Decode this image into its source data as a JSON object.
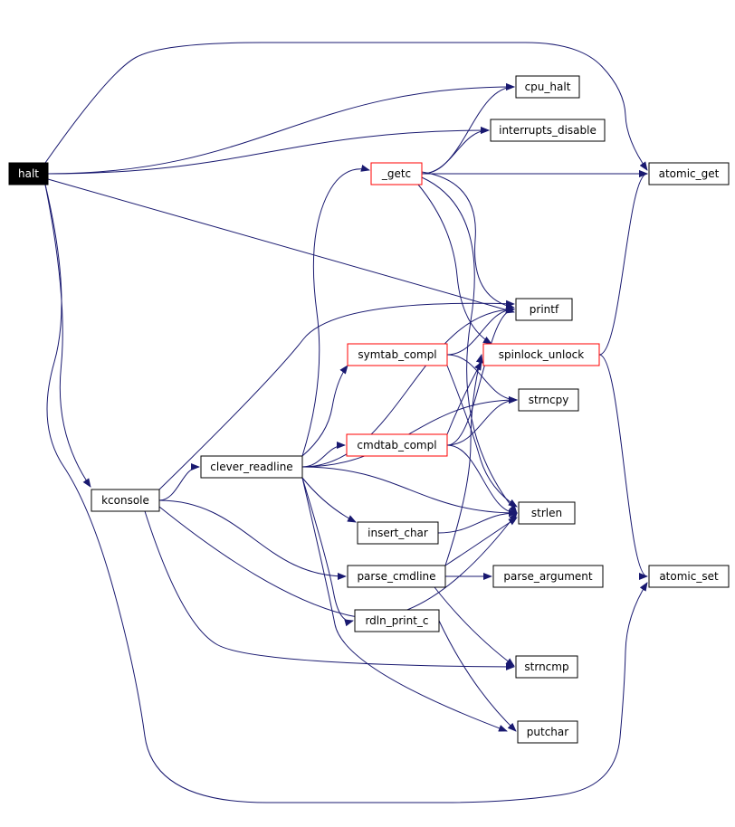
{
  "colors": {
    "edge": "#191970",
    "node_border": "#000000",
    "node_border_incomplete": "#ff0000",
    "node_fill": "#ffffff",
    "root_fill": "#000000",
    "root_text": "#ffffff",
    "text": "#000000"
  },
  "nodes": [
    {
      "id": "halt",
      "label": "halt",
      "style": "root"
    },
    {
      "id": "cpu_halt",
      "label": "cpu_halt",
      "style": "normal"
    },
    {
      "id": "interrupts_disable",
      "label": "interrupts_disable",
      "style": "normal"
    },
    {
      "id": "_getc",
      "label": "_getc",
      "style": "incomplete"
    },
    {
      "id": "atomic_get",
      "label": "atomic_get",
      "style": "normal"
    },
    {
      "id": "printf",
      "label": "printf",
      "style": "normal"
    },
    {
      "id": "symtab_compl",
      "label": "symtab_compl",
      "style": "incomplete"
    },
    {
      "id": "spinlock_unlock",
      "label": "spinlock_unlock",
      "style": "incomplete"
    },
    {
      "id": "strncpy",
      "label": "strncpy",
      "style": "normal"
    },
    {
      "id": "cmdtab_compl",
      "label": "cmdtab_compl",
      "style": "incomplete"
    },
    {
      "id": "clever_readline",
      "label": "clever_readline",
      "style": "normal"
    },
    {
      "id": "kconsole",
      "label": "kconsole",
      "style": "normal"
    },
    {
      "id": "strlen",
      "label": "strlen",
      "style": "normal"
    },
    {
      "id": "insert_char",
      "label": "insert_char",
      "style": "normal"
    },
    {
      "id": "parse_cmdline",
      "label": "parse_cmdline",
      "style": "normal"
    },
    {
      "id": "parse_argument",
      "label": "parse_argument",
      "style": "normal"
    },
    {
      "id": "atomic_set",
      "label": "atomic_set",
      "style": "normal"
    },
    {
      "id": "rdln_print_c",
      "label": "rdln_print_c",
      "style": "normal"
    },
    {
      "id": "strncmp",
      "label": "strncmp",
      "style": "normal"
    },
    {
      "id": "putchar",
      "label": "putchar",
      "style": "normal"
    }
  ],
  "edges": [
    {
      "from": "halt",
      "to": "cpu_halt"
    },
    {
      "from": "halt",
      "to": "interrupts_disable"
    },
    {
      "from": "halt",
      "to": "atomic_get"
    },
    {
      "from": "halt",
      "to": "printf"
    },
    {
      "from": "halt",
      "to": "kconsole"
    },
    {
      "from": "halt",
      "to": "atomic_set"
    },
    {
      "from": "_getc",
      "to": "cpu_halt"
    },
    {
      "from": "_getc",
      "to": "interrupts_disable"
    },
    {
      "from": "_getc",
      "to": "atomic_get"
    },
    {
      "from": "_getc",
      "to": "printf"
    },
    {
      "from": "_getc",
      "to": "spinlock_unlock"
    },
    {
      "from": "_getc",
      "to": "strlen"
    },
    {
      "from": "spinlock_unlock",
      "to": "atomic_get"
    },
    {
      "from": "spinlock_unlock",
      "to": "atomic_set"
    },
    {
      "from": "symtab_compl",
      "to": "printf"
    },
    {
      "from": "symtab_compl",
      "to": "strncpy"
    },
    {
      "from": "symtab_compl",
      "to": "strlen"
    },
    {
      "from": "cmdtab_compl",
      "to": "printf"
    },
    {
      "from": "cmdtab_compl",
      "to": "spinlock_unlock"
    },
    {
      "from": "cmdtab_compl",
      "to": "strncpy"
    },
    {
      "from": "cmdtab_compl",
      "to": "strlen"
    },
    {
      "from": "kconsole",
      "to": "printf"
    },
    {
      "from": "kconsole",
      "to": "clever_readline"
    },
    {
      "from": "kconsole",
      "to": "parse_cmdline"
    },
    {
      "from": "kconsole",
      "to": "strncmp"
    },
    {
      "from": "kconsole",
      "to": "strlen"
    },
    {
      "from": "clever_readline",
      "to": "_getc"
    },
    {
      "from": "clever_readline",
      "to": "printf"
    },
    {
      "from": "clever_readline",
      "to": "symtab_compl"
    },
    {
      "from": "clever_readline",
      "to": "strncpy"
    },
    {
      "from": "clever_readline",
      "to": "cmdtab_compl"
    },
    {
      "from": "clever_readline",
      "to": "strlen"
    },
    {
      "from": "clever_readline",
      "to": "insert_char"
    },
    {
      "from": "clever_readline",
      "to": "rdln_print_c"
    },
    {
      "from": "clever_readline",
      "to": "putchar"
    },
    {
      "from": "insert_char",
      "to": "strlen"
    },
    {
      "from": "parse_cmdline",
      "to": "spinlock_unlock"
    },
    {
      "from": "parse_cmdline",
      "to": "strlen"
    },
    {
      "from": "parse_cmdline",
      "to": "parse_argument"
    },
    {
      "from": "parse_cmdline",
      "to": "strncmp"
    },
    {
      "from": "rdln_print_c",
      "to": "putchar"
    }
  ]
}
